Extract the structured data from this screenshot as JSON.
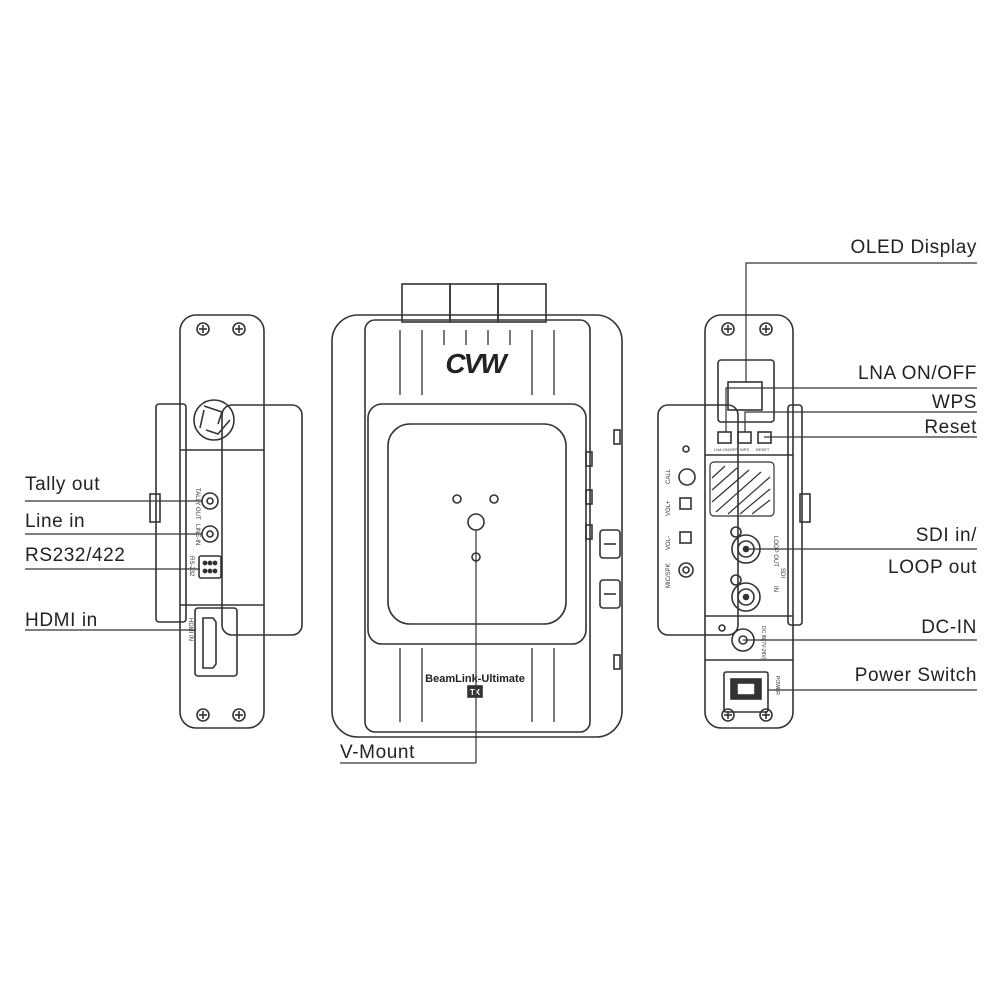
{
  "product": {
    "brand": "CVW",
    "model": "BeamLink-Ultimate",
    "unit_badge": "TX"
  },
  "callouts_left": {
    "tally_out": "Tally out",
    "line_in": "Line in",
    "rs232": "RS232/422",
    "hdmi_in": "HDMI in"
  },
  "callouts_bottom": {
    "v_mount": "V-Mount"
  },
  "callouts_right": {
    "oled": "OLED Display",
    "lna": "LNA ON/OFF",
    "wps": "WPS",
    "reset": "Reset",
    "sdi_in": "SDI in/",
    "loop_out": "LOOP out",
    "dc_in": "DC-IN",
    "power_switch": "Power Switch"
  },
  "left_panel_print": {
    "tally": "TALLY OUT",
    "line": "LINE-IN",
    "rs": "RS-232",
    "hdmi": "HDMI IN"
  },
  "right_panel_print": {
    "call": "CALL",
    "vol_up": "VOL+",
    "vol_down": "VOL-",
    "mic": "MIC/SPK",
    "loop": "LOOP OUT",
    "sdi": "SDI",
    "in": "IN",
    "dc": "DC IN(7V-28V)",
    "power": "POWER",
    "btn_lna": "LNA ON/OFF",
    "btn_wps": "WPS",
    "btn_reset": "RESET"
  }
}
